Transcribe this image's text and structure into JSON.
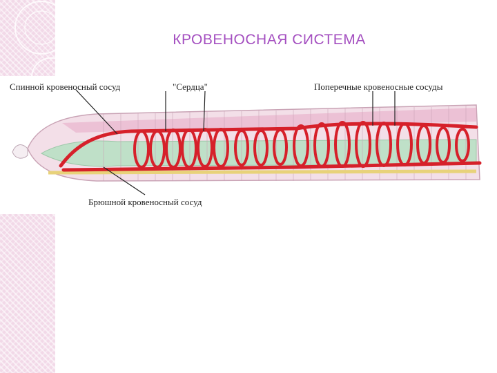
{
  "slide": {
    "title": "КРОВЕНОСНАЯ СИСТЕМА"
  },
  "diagram": {
    "labels": {
      "dorsal_vessel": "Спинной кровеносный сосуд",
      "hearts": "\"Сердца\"",
      "transverse_vessels": "Поперечные кровеносные сосуды",
      "ventral_vessel": "Брюшной кровеносный сосуд"
    }
  },
  "colors": {
    "title": "#a44fc0",
    "vessel": "#d6202a",
    "band": "#f2d9e8"
  }
}
